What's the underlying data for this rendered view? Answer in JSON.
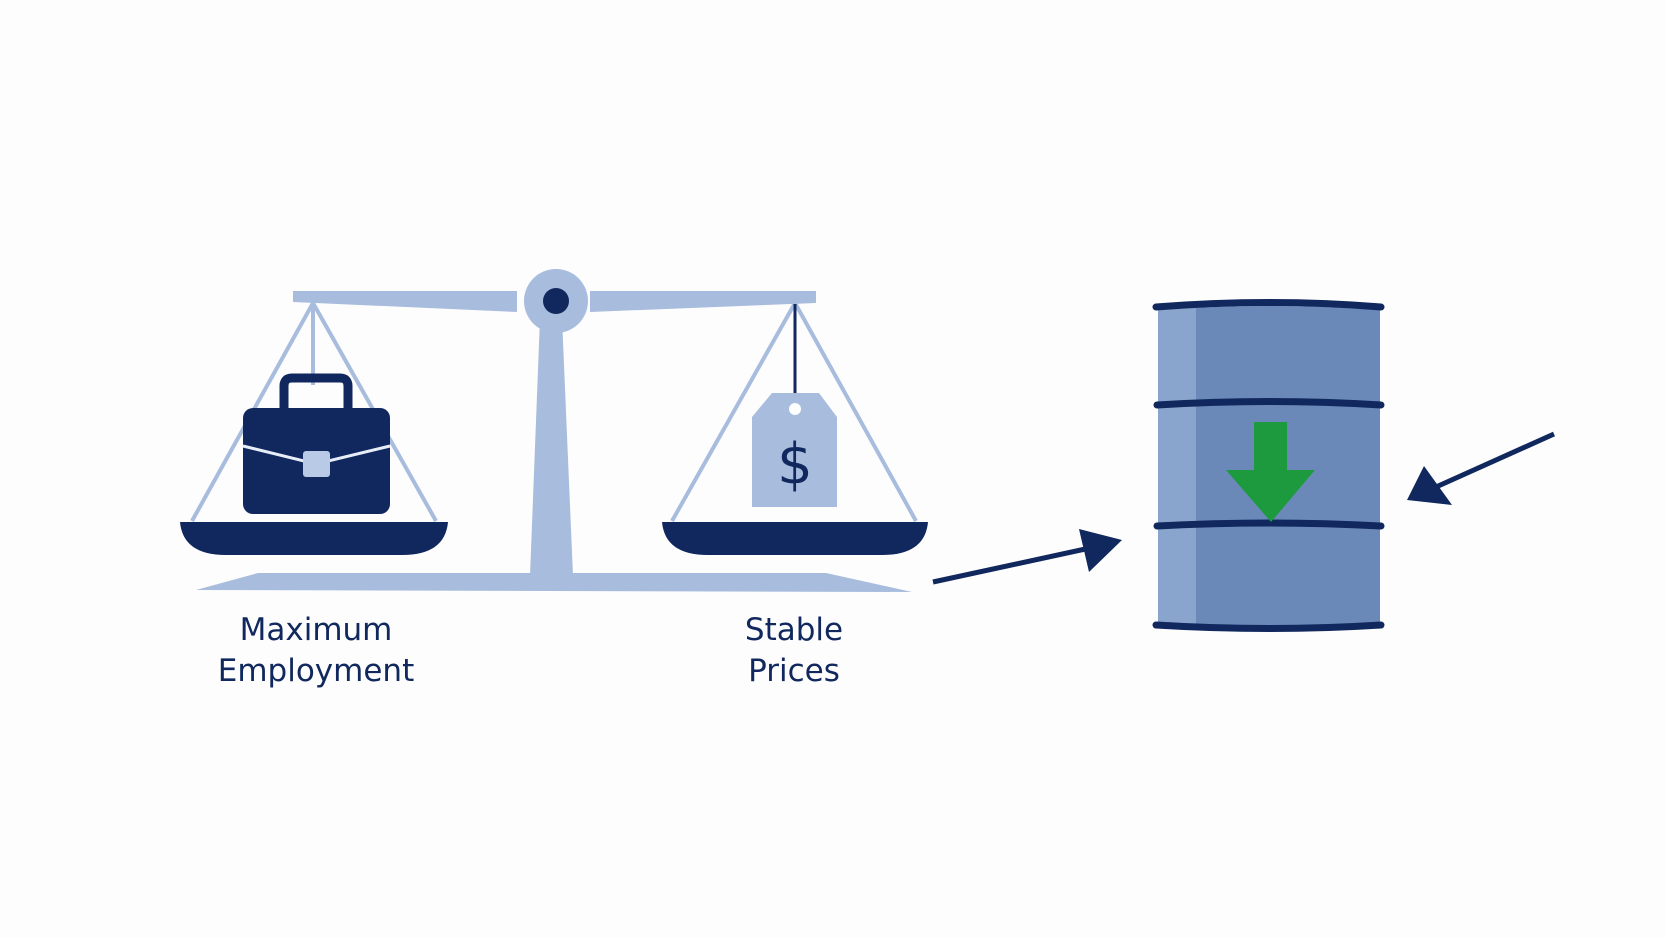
{
  "scale": {
    "left_label": [
      "Maximum",
      "Employment"
    ],
    "right_label": [
      "Stable",
      "Prices"
    ],
    "left_icon": "briefcase-icon",
    "right_icon": "price-tag-icon",
    "price_tag_symbol": "$"
  },
  "barrel": {
    "icon": "oil-barrel-icon",
    "indicator_icon": "down-arrow-icon"
  },
  "colors": {
    "background": "#fdfdfd",
    "navy": "#10285e",
    "light_blue": "#a8bcdd",
    "barrel_body": "#6b89b8",
    "barrel_shade": "#8aa5cd",
    "down_arrow": "#1c9a3d"
  }
}
